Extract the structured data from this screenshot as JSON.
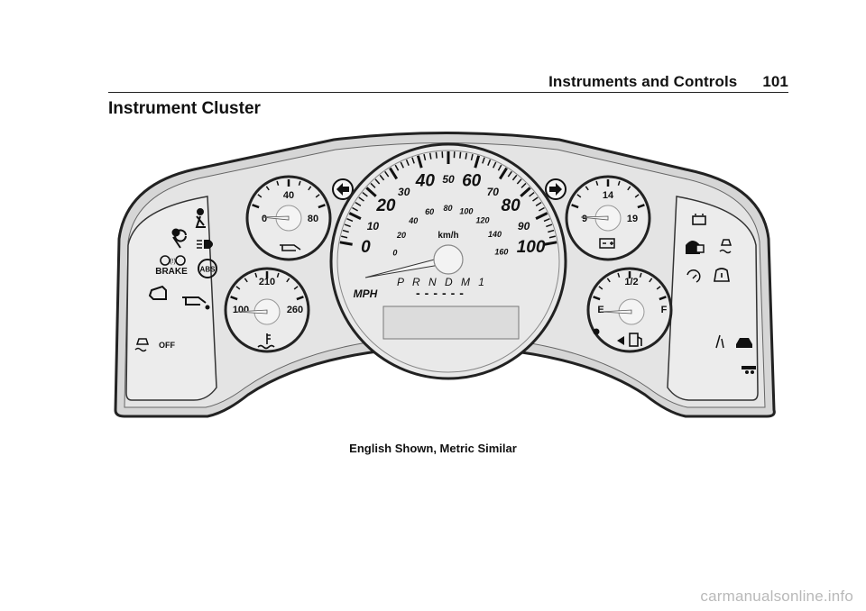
{
  "header": {
    "section": "Instruments and Controls",
    "page_number": "101"
  },
  "heading": "Instrument Cluster",
  "caption": "English Shown, Metric Similar",
  "watermark": "carmanualsonline.info",
  "cluster": {
    "speedometer": {
      "mph_labels": [
        "0",
        "10",
        "20",
        "30",
        "40",
        "50",
        "60",
        "70",
        "80",
        "90",
        "100"
      ],
      "kmh_labels": [
        "0",
        "20",
        "40",
        "60",
        "80",
        "100",
        "120",
        "140",
        "160"
      ],
      "unit_mph": "MPH",
      "unit_kmh": "km/h",
      "prndm": "P R N D M 1",
      "gear_indicator": "------"
    },
    "oil_pressure_gauge": {
      "labels": [
        "0",
        "40",
        "80"
      ]
    },
    "temperature_gauge": {
      "labels": [
        "100",
        "210",
        "260"
      ]
    },
    "voltmeter": {
      "labels": [
        "9",
        "14",
        "19"
      ]
    },
    "fuel_gauge": {
      "labels": [
        "E",
        "1/2",
        "F"
      ]
    },
    "left_panel": {
      "brake_label": "BRAKE",
      "abs_label": "ABS",
      "traction_off_label": "OFF"
    }
  }
}
